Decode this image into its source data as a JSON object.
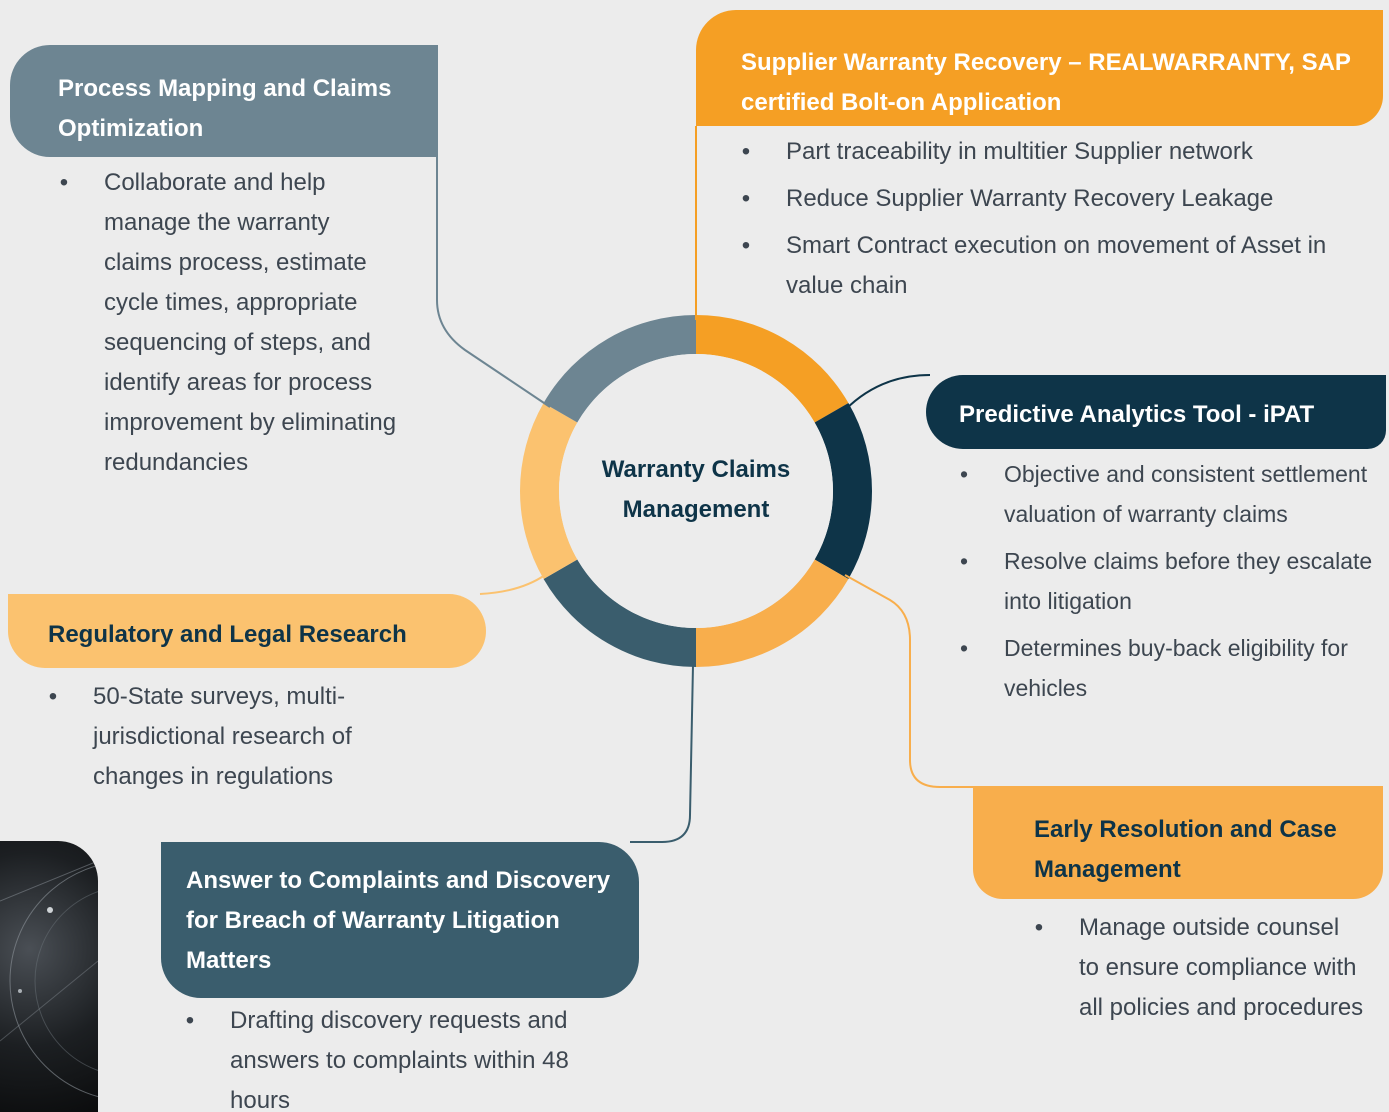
{
  "center": {
    "title": "Warranty Claims Management"
  },
  "colors": {
    "background": "#ececec",
    "slate": "#6d8592",
    "orange": "#f59f24",
    "navy": "#0e3448",
    "light_orange": "#fbc26f",
    "medium_orange": "#f8ae4c",
    "teal": "#3a5d6d",
    "text": "#3d4650"
  },
  "sections": {
    "process": {
      "title": "Process Mapping and Claims Optimization",
      "bullets": [
        "Collaborate and help manage the warranty claims process, estimate cycle times, appropriate sequencing of steps, and identify areas for process improvement by eliminating redundancies"
      ]
    },
    "supplier": {
      "title": "Supplier Warranty Recovery – REALWARRANTY, SAP certified Bolt-on Application",
      "bullets": [
        "Part traceability in multitier Supplier network",
        "Reduce Supplier Warranty Recovery Leakage",
        "Smart Contract execution on movement of Asset in value chain"
      ]
    },
    "predictive": {
      "title": "Predictive Analytics Tool - iPAT",
      "bullets": [
        "Objective and consistent settlement valuation of warranty claims",
        "Resolve claims before they escalate into litigation",
        "Determines buy-back eligibility for vehicles"
      ]
    },
    "regulatory": {
      "title": "Regulatory and Legal Research",
      "bullets": [
        "50-State surveys, multi-jurisdictional research of changes in regulations"
      ]
    },
    "early": {
      "title": "Early Resolution and Case Management",
      "bullets": [
        "Manage outside counsel to ensure compliance with all policies and procedures"
      ]
    },
    "answer": {
      "title": "Answer to Complaints and Discovery for Breach of Warranty Litigation Matters",
      "bullets": [
        "Drafting discovery requests and answers to complaints within 48 hours"
      ]
    }
  },
  "bullet_glyph": "•"
}
